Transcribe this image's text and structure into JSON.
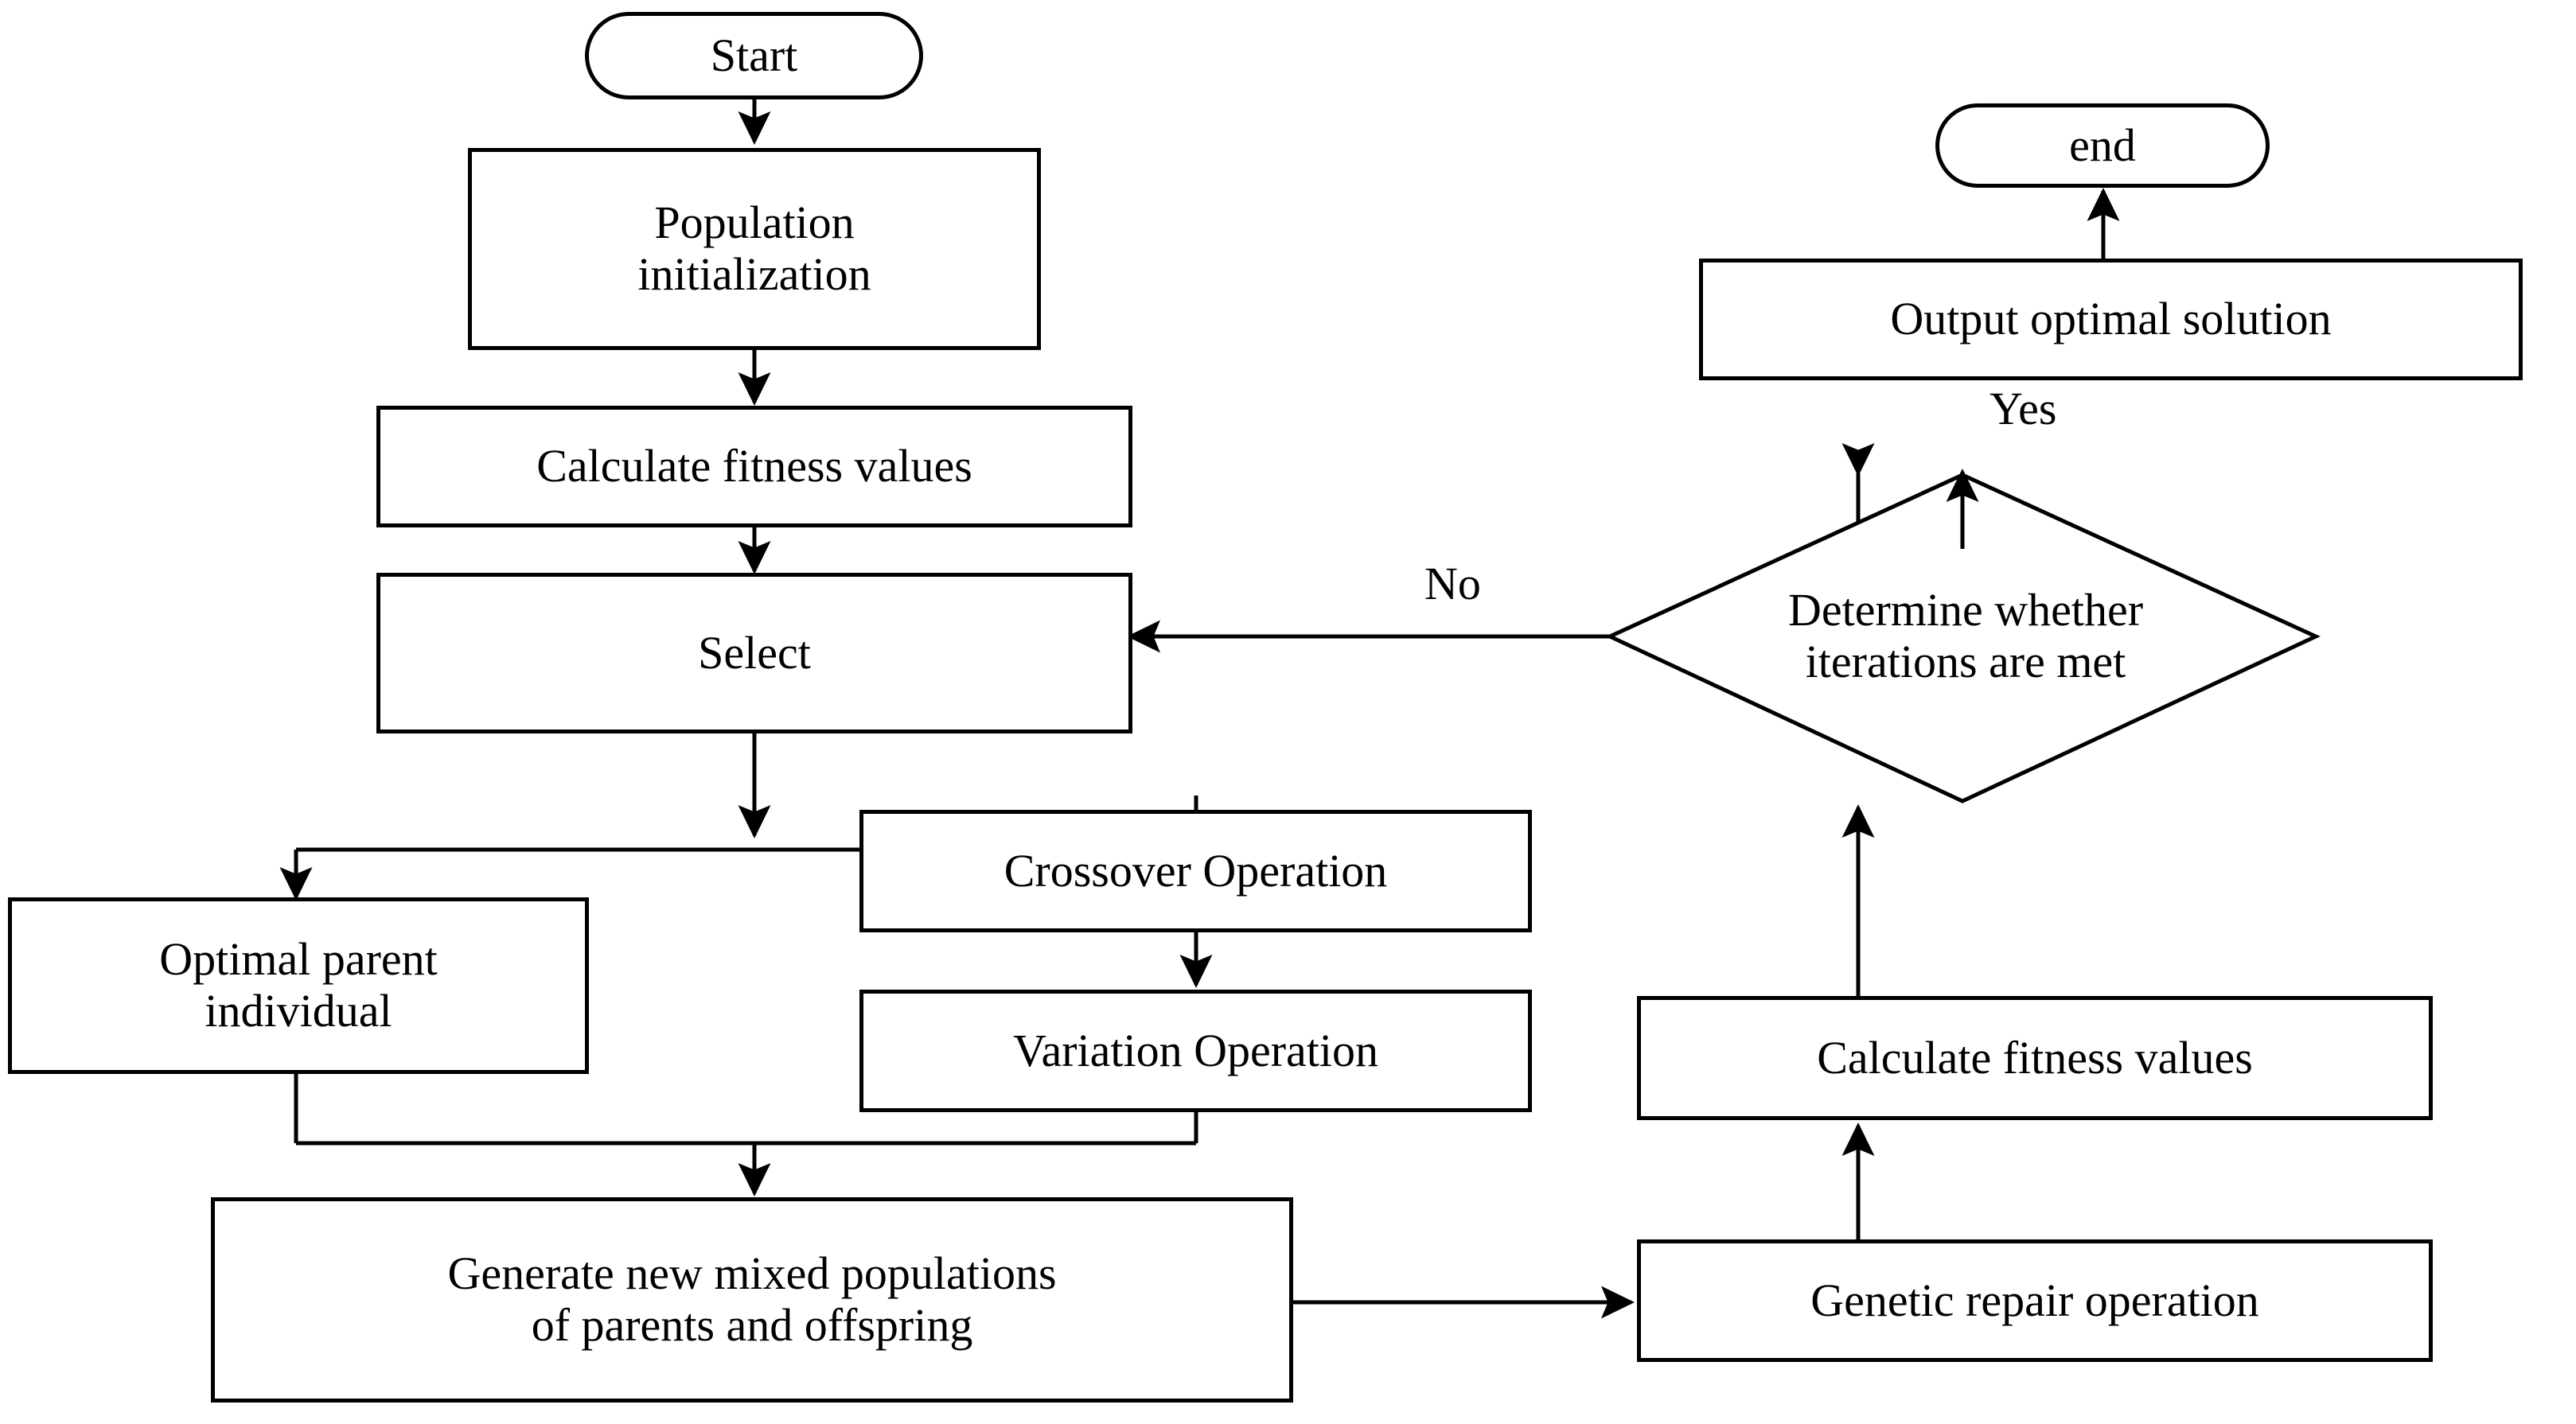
{
  "diagram": {
    "title": "Genetic algorithm flowchart",
    "type": "flowchart",
    "stroke_color": "#000000",
    "fill_color": "#ffffff",
    "background": "#ffffff",
    "nodes": [
      {
        "id": "start",
        "shape": "terminator",
        "label": "Start"
      },
      {
        "id": "pop_init",
        "shape": "process",
        "label": "Population initialization",
        "line1": "Population",
        "line2": "initialization"
      },
      {
        "id": "calc_fit_1",
        "shape": "process",
        "label": "Calculate fitness values"
      },
      {
        "id": "select",
        "shape": "process",
        "label": "Select"
      },
      {
        "id": "optimal",
        "shape": "process",
        "label": "Optimal parent individual",
        "line1": "Optimal parent",
        "line2": "individual"
      },
      {
        "id": "crossover",
        "shape": "process",
        "label": "Crossover Operation"
      },
      {
        "id": "variation",
        "shape": "process",
        "label": "Variation Operation"
      },
      {
        "id": "generate",
        "shape": "process",
        "label": "Generate new mixed populations of parents and offspring",
        "line1": "Generate new mixed populations",
        "line2": "of parents and offspring"
      },
      {
        "id": "repair",
        "shape": "process",
        "label": "Genetic repair operation"
      },
      {
        "id": "calc_fit_2",
        "shape": "process",
        "label": "Calculate fitness values"
      },
      {
        "id": "decision",
        "shape": "decision",
        "label": "Determine whether iterations are met",
        "line1": "Determine whether",
        "line2": "iterations are met"
      },
      {
        "id": "output",
        "shape": "process",
        "label": "Output optimal solution"
      },
      {
        "id": "end",
        "shape": "terminator",
        "label": "end"
      }
    ],
    "edge_labels": {
      "yes": "Yes",
      "no": "No"
    },
    "edges": [
      {
        "from": "start",
        "to": "pop_init",
        "label": ""
      },
      {
        "from": "pop_init",
        "to": "calc_fit_1",
        "label": ""
      },
      {
        "from": "calc_fit_1",
        "to": "select",
        "label": ""
      },
      {
        "from": "select",
        "to": "optimal",
        "label": ""
      },
      {
        "from": "select",
        "to": "crossover",
        "label": ""
      },
      {
        "from": "crossover",
        "to": "variation",
        "label": ""
      },
      {
        "from": "optimal",
        "to": "generate",
        "label": ""
      },
      {
        "from": "variation",
        "to": "generate",
        "label": ""
      },
      {
        "from": "generate",
        "to": "repair",
        "label": ""
      },
      {
        "from": "repair",
        "to": "calc_fit_2",
        "label": ""
      },
      {
        "from": "calc_fit_2",
        "to": "decision",
        "label": ""
      },
      {
        "from": "decision",
        "to": "output",
        "label": "Yes"
      },
      {
        "from": "decision",
        "to": "select",
        "label": "No"
      },
      {
        "from": "output",
        "to": "end",
        "label": ""
      }
    ]
  }
}
